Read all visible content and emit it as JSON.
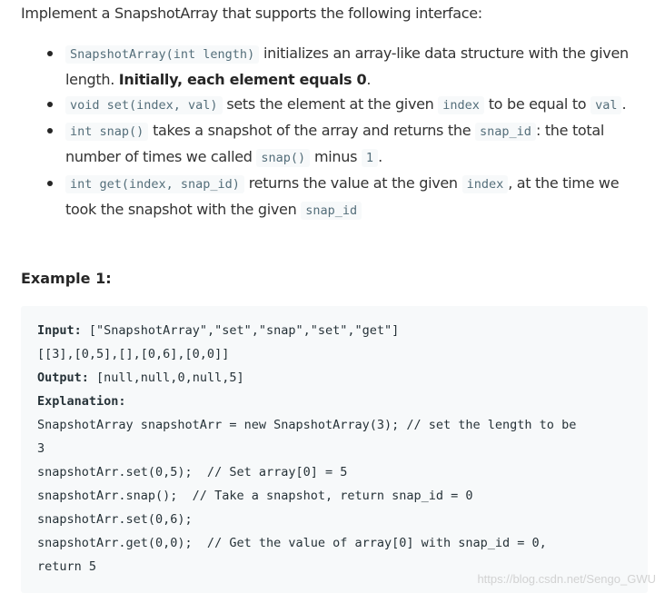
{
  "intro": "Implement a SnapshotArray that supports the following interface:",
  "bullets": [
    {
      "code1": "SnapshotArray(int length)",
      "text1": " initializes an array-like data structure with the given length.  ",
      "bold": "Initially, each element equals 0",
      "text2": "."
    },
    {
      "code1": "void set(index, val)",
      "text1": " sets the element at the given ",
      "code2": "index",
      "text2": " to be equal to ",
      "code3": "val",
      "text3": "."
    },
    {
      "code1": "int snap()",
      "text1": " takes a snapshot of the array and returns the ",
      "code2": "snap_id",
      "text2": ": the total number of times we called ",
      "code3": "snap()",
      "text3": " minus ",
      "code4": "1",
      "text4": "."
    },
    {
      "code1": "int get(index, snap_id)",
      "text1": " returns the value at the given ",
      "code2": "index",
      "text2": ", at the time we took the snapshot with the given ",
      "code3": "snap_id"
    }
  ],
  "example": {
    "heading": "Example 1:",
    "input_label": "Input:",
    "input_value": " [\"SnapshotArray\",\"set\",\"snap\",\"set\",\"get\"]",
    "input_args": "[[3],[0,5],[],[0,6],[0,0]]",
    "output_label": "Output:",
    "output_value": " [null,null,0,null,5]",
    "explanation_label": "Explanation:",
    "lines": [
      "SnapshotArray snapshotArr = new SnapshotArray(3); // set the length to be",
      "3",
      "snapshotArr.set(0,5);  // Set array[0] = 5",
      "snapshotArr.snap();  // Take a snapshot, return snap_id = 0",
      "snapshotArr.set(0,6);",
      "snapshotArr.get(0,0);  // Get the value of array[0] with snap_id = 0,",
      "return 5"
    ]
  },
  "watermark": "https://blog.csdn.net/Sengo_GWU"
}
